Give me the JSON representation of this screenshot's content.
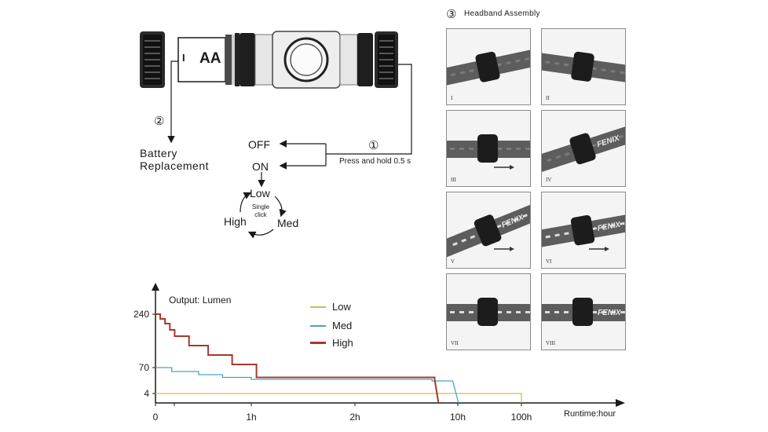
{
  "diagram": {
    "battery_label": "AA",
    "battery_roman": "I",
    "step_1": "①",
    "step_2": "②",
    "step_3": "③",
    "battery_replacement_line1": "Battery",
    "battery_replacement_line2": "Replacement",
    "off_label": "OFF",
    "on_label": "ON",
    "press_hold": "Press and hold 0.5 s",
    "mode_low": "Low",
    "mode_med": "Med",
    "mode_high": "High",
    "single_click_line1": "Single",
    "single_click_line2": "click"
  },
  "headband": {
    "title": "Headband Assembly",
    "panels": [
      {
        "roman": "I",
        "brand": ""
      },
      {
        "roman": "II",
        "brand": ""
      },
      {
        "roman": "III",
        "brand": ""
      },
      {
        "roman": "IV",
        "brand": "FENIX"
      },
      {
        "roman": "V",
        "brand": "FENIX"
      },
      {
        "roman": "VI",
        "brand": "FENIX"
      },
      {
        "roman": "VII",
        "brand": ""
      },
      {
        "roman": "VIII",
        "brand": "FENIX"
      }
    ]
  },
  "colors": {
    "low": "#d9b55a",
    "med": "#4aa3c4",
    "high": "#a33a2c"
  },
  "chart_data": {
    "type": "line",
    "title": "Output: Lumen",
    "xlabel": "Runtime:hour",
    "ylabel": "",
    "x_tick_labels": [
      "0",
      "1h",
      "2h",
      "10h",
      "100h"
    ],
    "y_tick_labels": [
      "4",
      "70",
      "240"
    ],
    "series": [
      {
        "name": "Low",
        "points": [
          [
            0,
            4
          ],
          [
            100,
            4
          ],
          [
            100,
            0
          ]
        ]
      },
      {
        "name": "Med",
        "points": [
          [
            0,
            70
          ],
          [
            0.17,
            70
          ],
          [
            0.17,
            60
          ],
          [
            0.45,
            60
          ],
          [
            0.45,
            52
          ],
          [
            0.7,
            52
          ],
          [
            0.7,
            45
          ],
          [
            1,
            45
          ],
          [
            1,
            40
          ],
          [
            8,
            40
          ],
          [
            8,
            36
          ],
          [
            9.6,
            36
          ],
          [
            11,
            0
          ]
        ]
      },
      {
        "name": "High",
        "points": [
          [
            0,
            240
          ],
          [
            0.05,
            240
          ],
          [
            0.05,
            225
          ],
          [
            0.1,
            225
          ],
          [
            0.1,
            210
          ],
          [
            0.15,
            210
          ],
          [
            0.15,
            190
          ],
          [
            0.2,
            190
          ],
          [
            0.2,
            170
          ],
          [
            0.35,
            170
          ],
          [
            0.35,
            140
          ],
          [
            0.55,
            140
          ],
          [
            0.55,
            110
          ],
          [
            0.8,
            110
          ],
          [
            0.8,
            80
          ],
          [
            1.05,
            80
          ],
          [
            1.05,
            45
          ],
          [
            8.2,
            45
          ],
          [
            8.2,
            40
          ],
          [
            8.5,
            0
          ]
        ]
      }
    ]
  }
}
